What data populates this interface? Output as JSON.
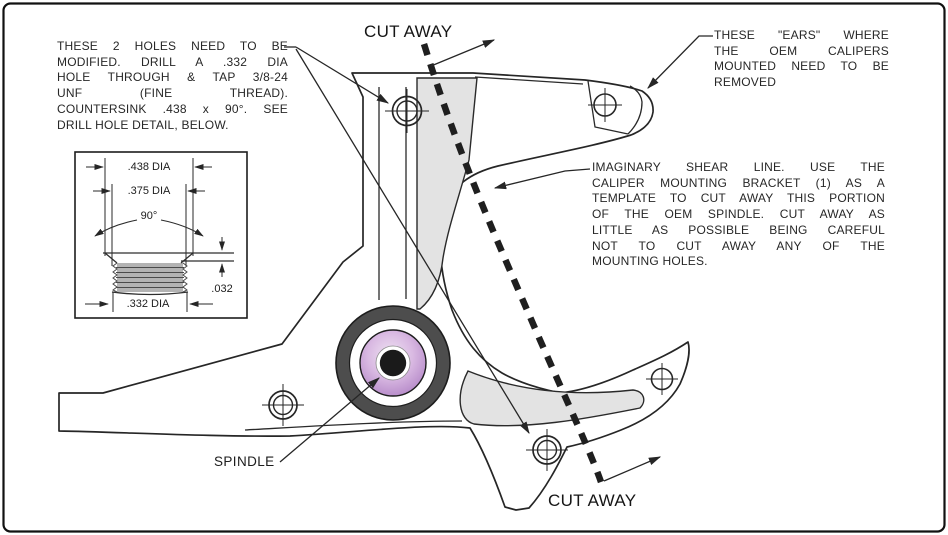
{
  "labels": {
    "cut_away_top": "CUT AWAY",
    "cut_away_bottom": "CUT AWAY",
    "spindle": "SPINDLE"
  },
  "annotations": {
    "holes_note": {
      "lines": [
        "THESE 2 HOLES NEED TO BE",
        "MODIFIED.  DRILL A .332 DIA",
        "HOLE THROUGH & TAP 3/8-24",
        "UNF (FINE THREAD).",
        "COUNTERSINK .438 x 90°.  SEE",
        "DRILL HOLE DETAIL, BELOW."
      ]
    },
    "ears_note": {
      "lines": [
        "THESE \"EARS\" WHERE",
        "THE OEM CALIPERS",
        "MOUNTED NEED TO BE",
        "REMOVED"
      ]
    },
    "shear_note": {
      "lines": [
        "IMAGINARY SHEAR LINE.  USE THE",
        "CALIPER MOUNTING BRACKET (1) AS A",
        "TEMPLATE TO CUT AWAY THIS PORTION",
        "OF THE OEM SPINDLE.  CUT AWAY AS",
        "LITTLE AS POSSIBLE BEING CAREFUL",
        "NOT TO CUT AWAY ANY OF THE",
        "MOUNTING HOLES."
      ]
    }
  },
  "detail_box": {
    "dia_438": ".438 DIA",
    "dia_375": ".375 DIA",
    "angle_90": "90°",
    "depth_032": ".032",
    "dia_332": ".332 DIA"
  },
  "colors": {
    "line": "#262626",
    "shade_gray": "#e3e3e3",
    "thread_gray": "#b3b3b3",
    "hub_ring_gray": "#4d4d4d",
    "bearing_purple": "#c9a2d6",
    "hub_center_black": "#1a1a1a"
  }
}
